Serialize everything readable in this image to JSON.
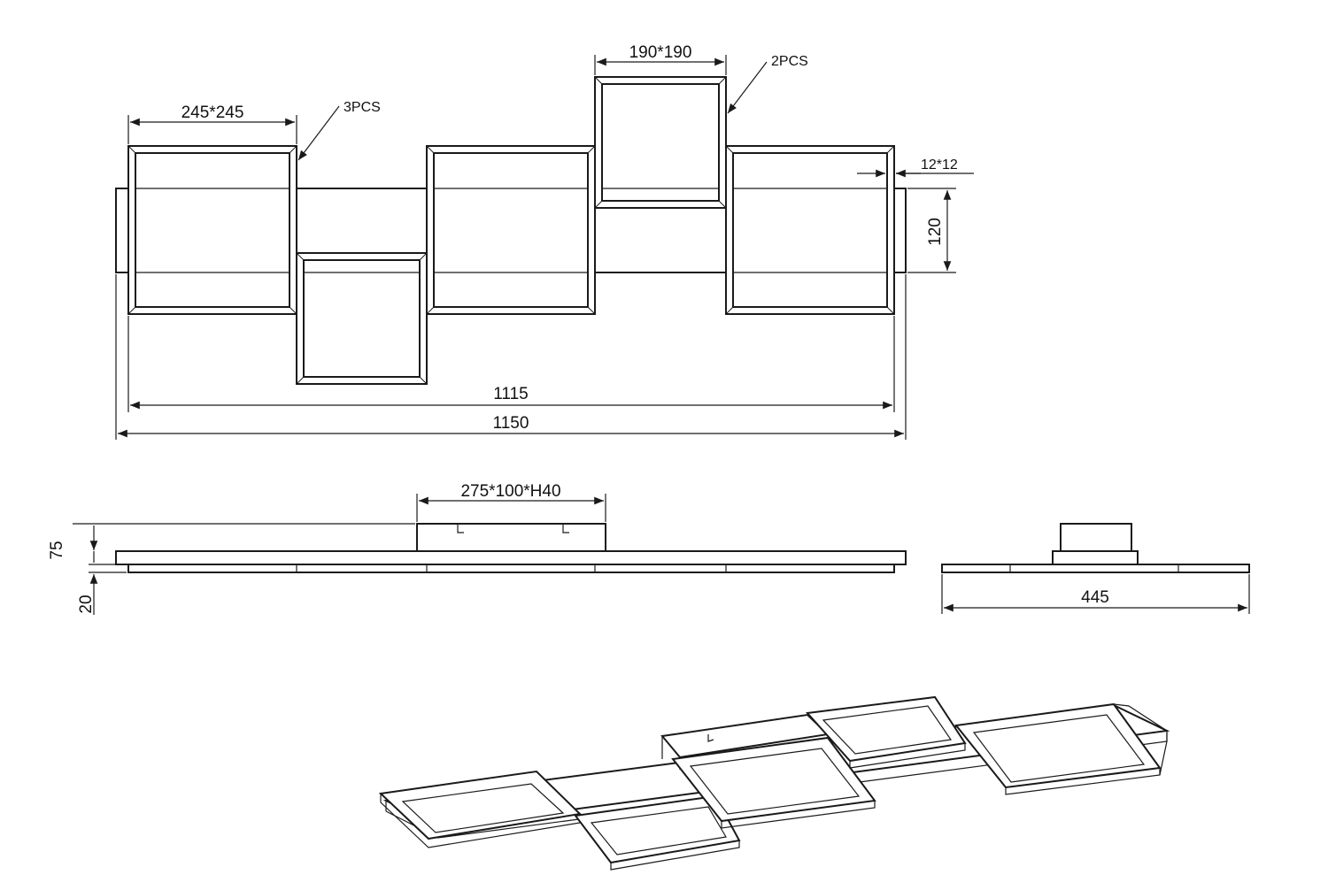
{
  "top_view": {
    "large_frame_size": "245*245",
    "large_frame_qty": "3PCS",
    "small_frame_size": "190*190",
    "small_frame_qty": "2PCS",
    "profile_size": "12*12",
    "bar_width": "120",
    "inner_length": "1115",
    "overall_length": "1150"
  },
  "side_view": {
    "canopy_size": "275*100*H40",
    "overall_height": "75",
    "frame_height": "20",
    "depth": "445"
  },
  "colors": {
    "line": "#1a1a1a",
    "background": "#ffffff"
  }
}
